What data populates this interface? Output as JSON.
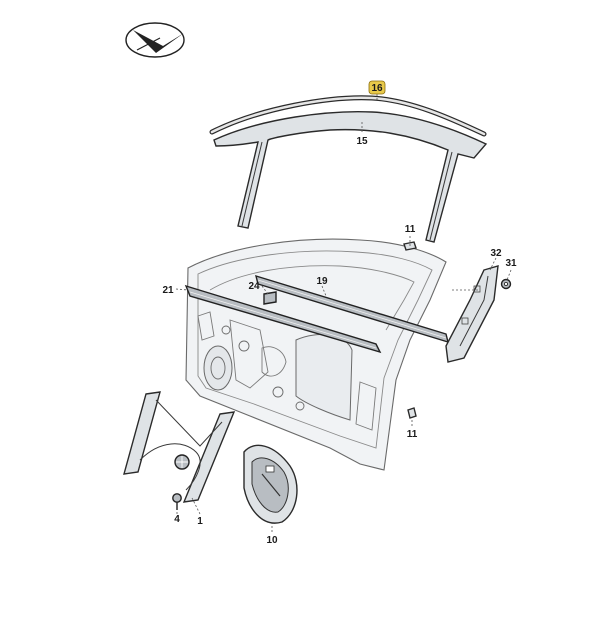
{
  "callouts": {
    "c16": "16",
    "c15": "15",
    "c11a": "11",
    "c32": "32",
    "c31": "31",
    "c21": "21",
    "c24": "24",
    "c19": "19",
    "c11b": "11",
    "c4": "4",
    "c1": "1",
    "c10": "10"
  },
  "highlight_color": "#e8c94a",
  "icons": {
    "logo": "emblem-icon"
  }
}
